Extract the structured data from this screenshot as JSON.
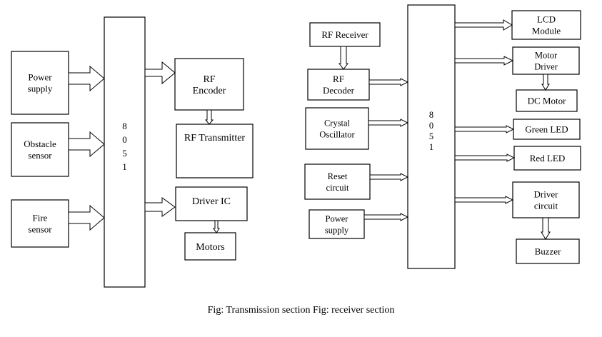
{
  "transmission": {
    "power_supply": [
      "Power",
      "supply"
    ],
    "obstacle_sensor": [
      "Obstacle",
      "sensor"
    ],
    "fire_sensor": [
      "Fire",
      "sensor"
    ],
    "mcu": [
      "8",
      "0",
      "5",
      "1"
    ],
    "rf_encoder": [
      "RF",
      "Encoder"
    ],
    "rf_transmitter": [
      "RF Transmitter"
    ],
    "driver_ic": [
      "Driver IC"
    ],
    "motors": [
      "Motors"
    ]
  },
  "receiver": {
    "rf_receiver": [
      "RF Receiver"
    ],
    "rf_decoder": [
      "RF",
      "Decoder"
    ],
    "crystal_oscillator": [
      "Crystal",
      "Oscillator"
    ],
    "reset_circuit": [
      "Reset",
      "circuit"
    ],
    "power_supply": [
      "Power",
      "supply"
    ],
    "mcu": [
      "8",
      "0",
      "5",
      "1"
    ],
    "lcd_module": [
      "LCD",
      "Module"
    ],
    "motor_driver": [
      "Motor",
      "Driver"
    ],
    "dc_motor": [
      "DC Motor"
    ],
    "green_led": [
      "Green LED"
    ],
    "red_led": [
      "Red LED"
    ],
    "driver_circuit": [
      "Driver",
      "circuit"
    ],
    "buzzer": [
      "Buzzer"
    ]
  },
  "caption": "Fig: Transmission section  Fig: receiver section"
}
